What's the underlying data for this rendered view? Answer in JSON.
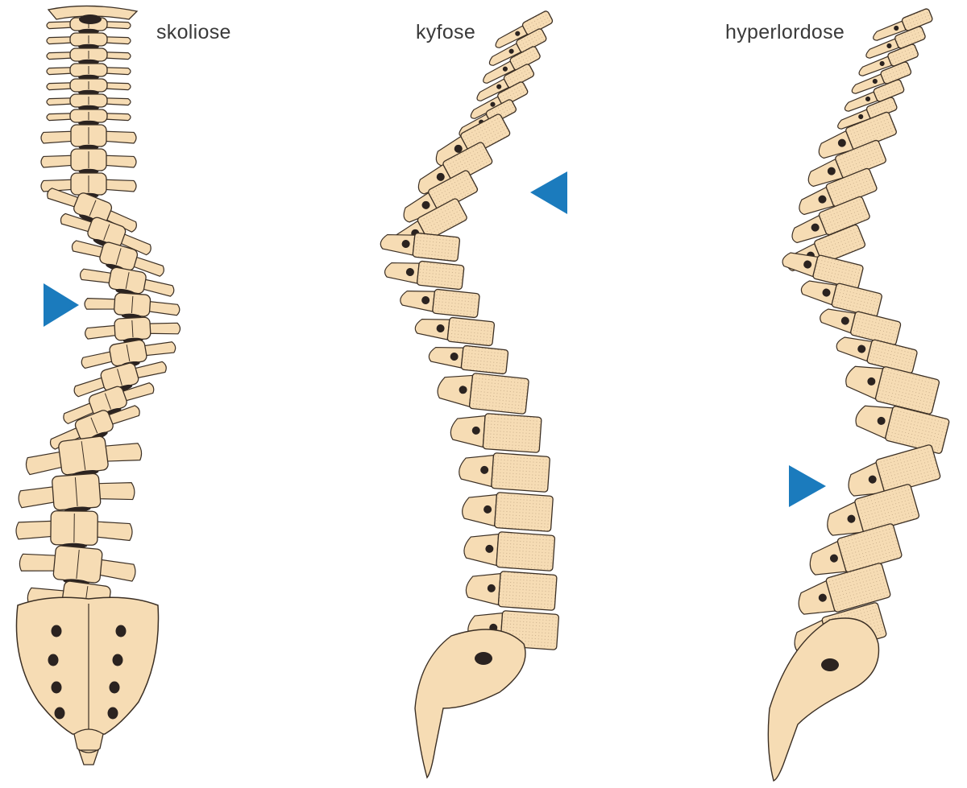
{
  "colors": {
    "bone": "#f6dcb4",
    "outline": "#3b2f24",
    "disc": "#2b2320",
    "arrow": "#1b7bbd",
    "background": "#ffffff"
  },
  "panels": [
    {
      "label": "skoliose",
      "arrow": "arrow-right"
    },
    {
      "label": "kyfose",
      "arrow": "arrow-left"
    },
    {
      "label": "hyperlordose",
      "arrow": "arrow-right"
    }
  ]
}
